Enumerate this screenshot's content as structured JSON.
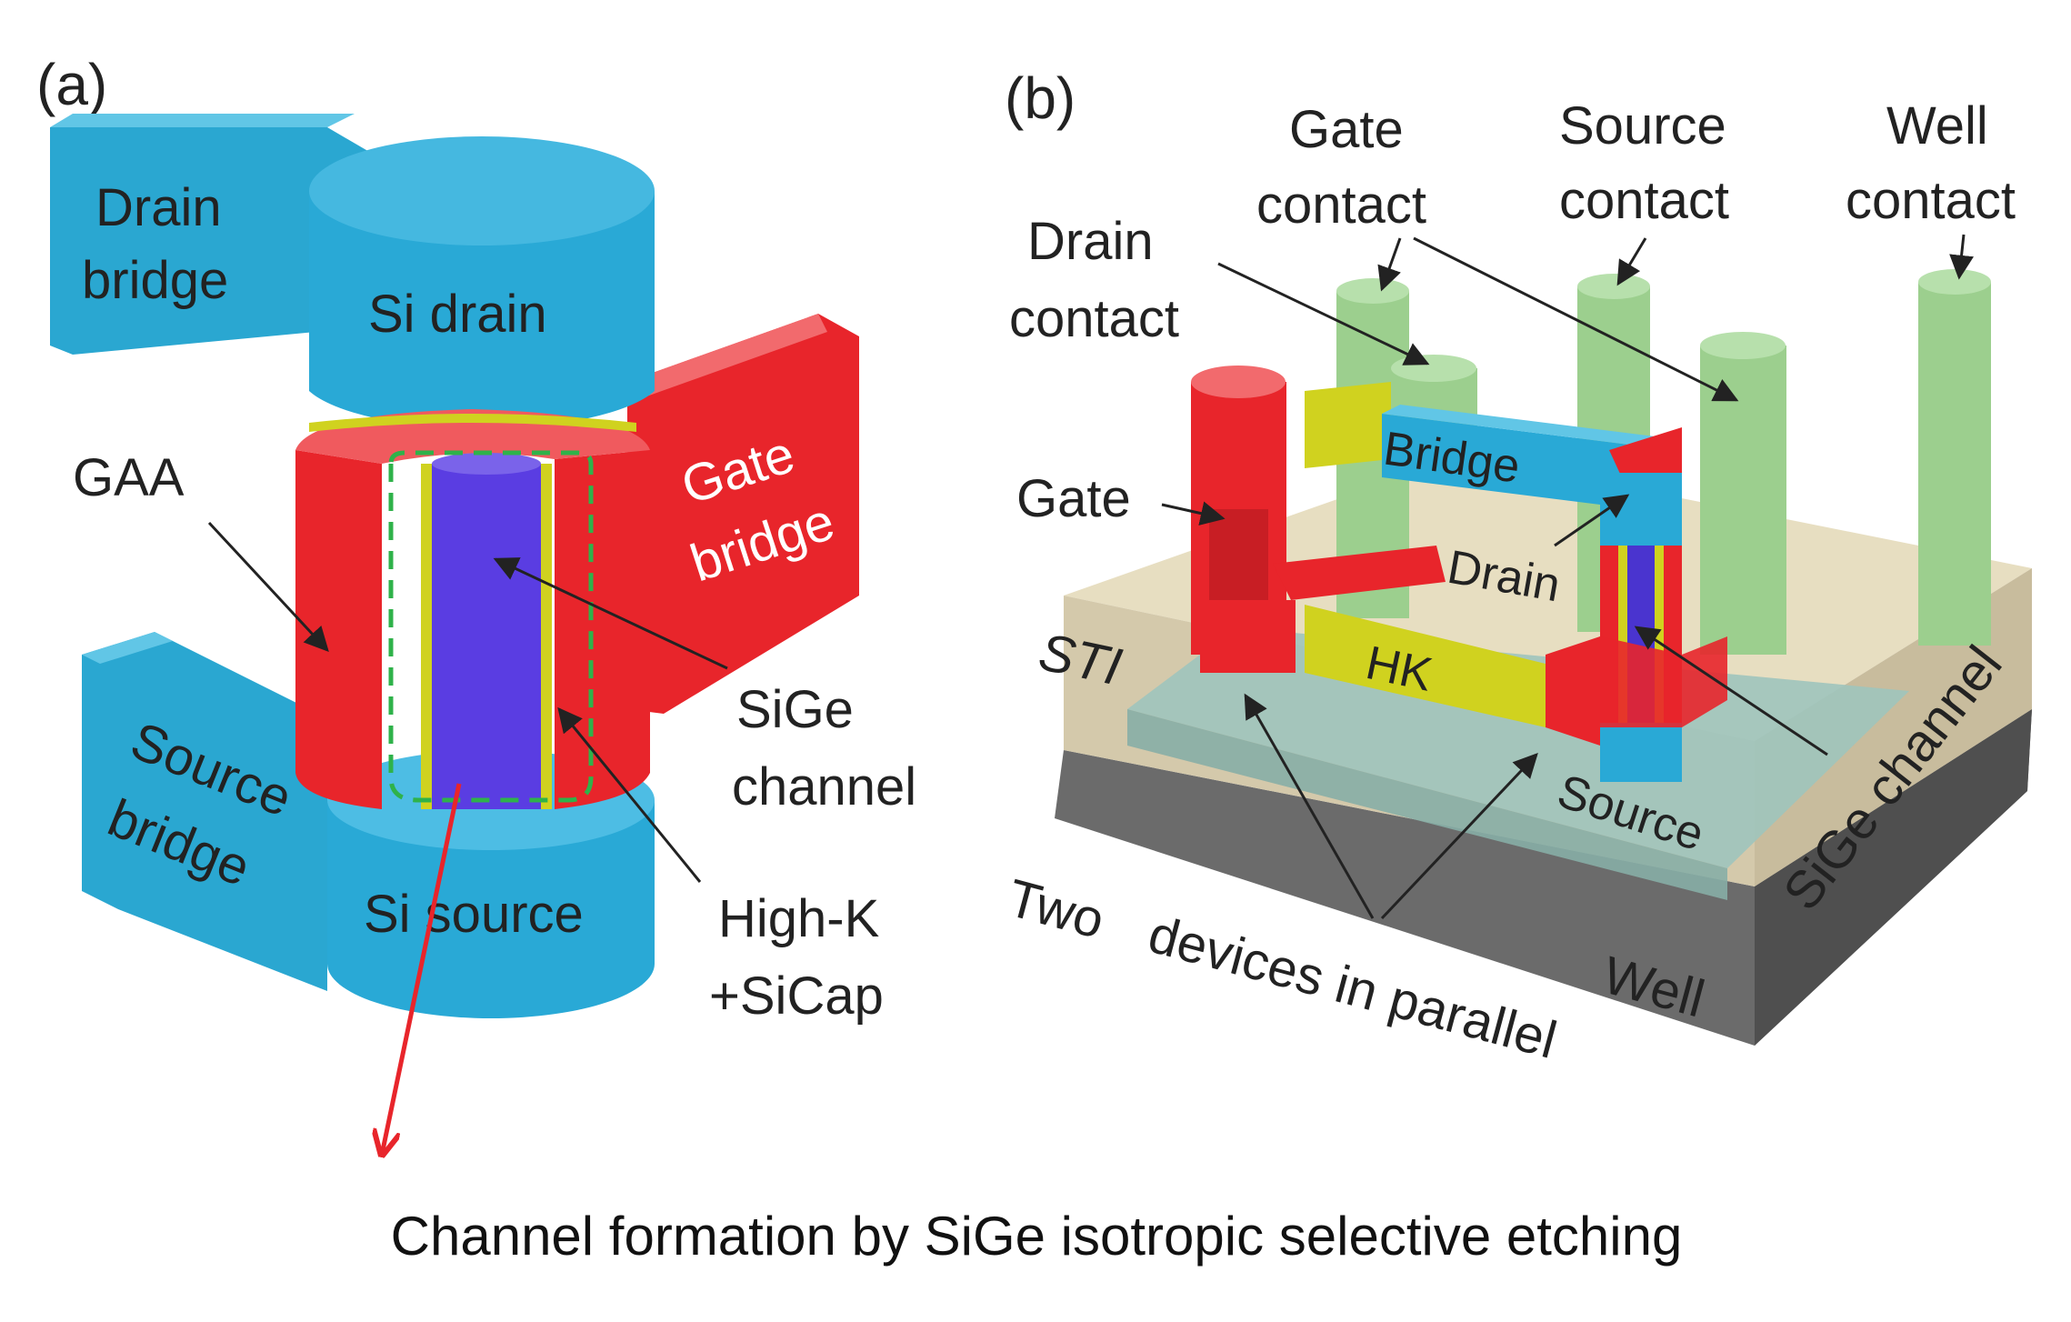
{
  "panel_a": {
    "tag": "(a)",
    "drain_bridge": [
      "Drain",
      "bridge"
    ],
    "si_drain": "Si drain",
    "gaa": "GAA",
    "gate_bridge": [
      "Gate",
      "bridge"
    ],
    "source_bridge": [
      "Source",
      "bridge"
    ],
    "sige_channel": [
      "SiGe",
      "channel"
    ],
    "high_k": [
      "High-K",
      "+SiCap"
    ],
    "si_source": "Si source"
  },
  "panel_b": {
    "tag": "(b)",
    "gate_contact": [
      "Gate",
      "contact"
    ],
    "source_contact": [
      "Source",
      "contact"
    ],
    "well_contact": [
      "Well",
      "contact"
    ],
    "drain_contact": [
      "Drain",
      "contact"
    ],
    "gate": "Gate",
    "bridge": "Bridge",
    "drain": "Drain",
    "sti": "STI",
    "hk": "HK",
    "source": "Source",
    "sige_channel": "SiGe channel",
    "two_devices": [
      "Two",
      "devices in parallel"
    ],
    "well": "Well"
  },
  "caption": "Channel formation by SiGe isotropic selective etching",
  "colors": {
    "cyan": "#29a9d6",
    "red": "#e8252b",
    "channel": "#5b3ee0",
    "highk": "#d0d21f",
    "contact": "#9ccf8e",
    "sti": "#9fc4bd",
    "well": "#6e6e6e"
  }
}
